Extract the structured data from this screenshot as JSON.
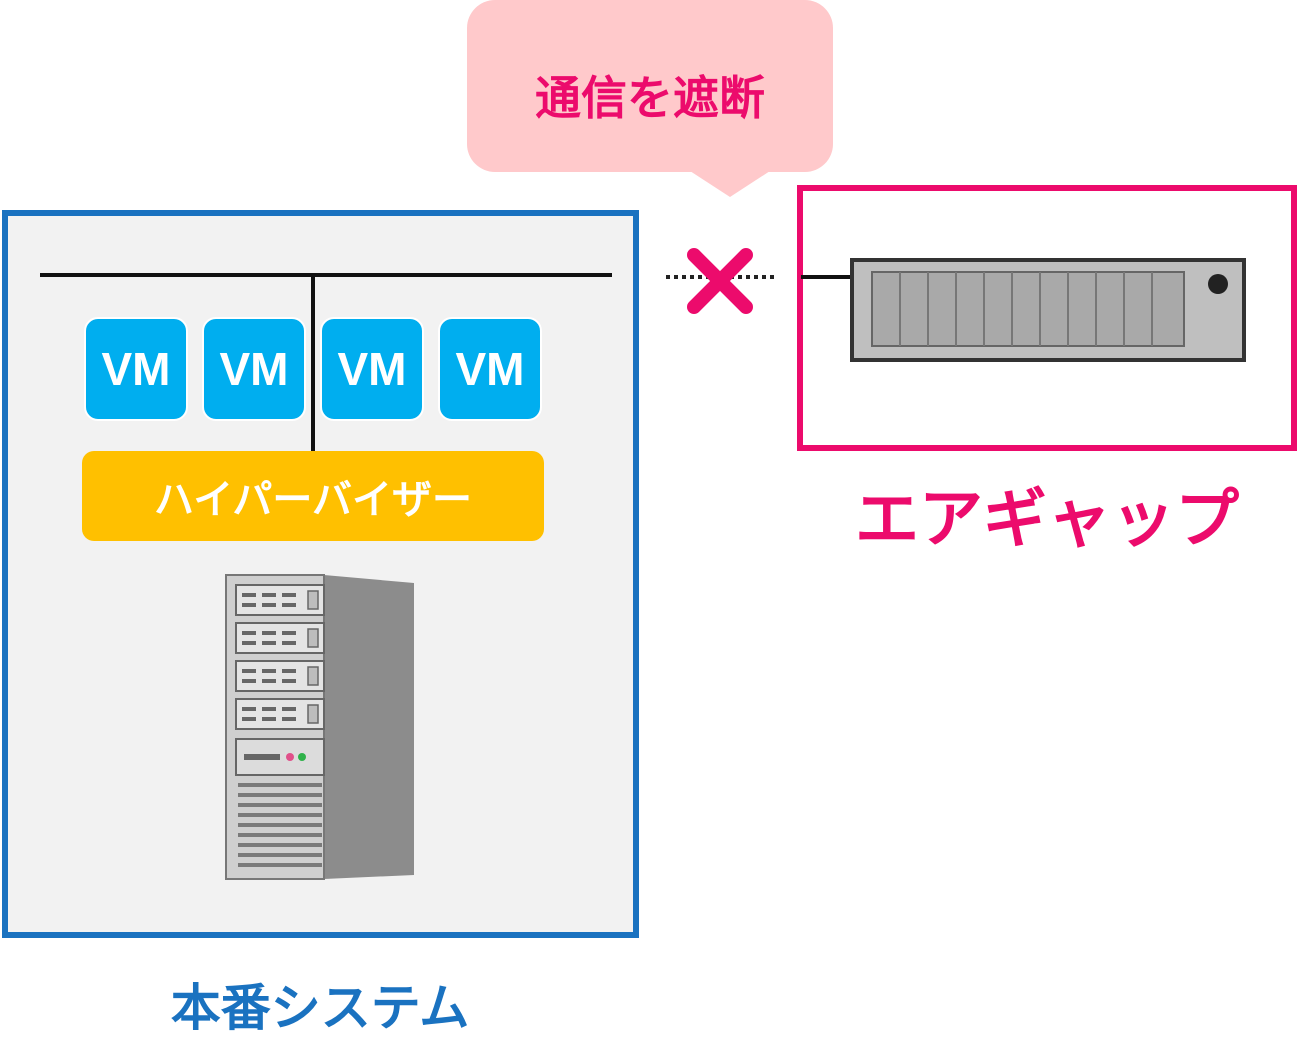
{
  "production": {
    "vms": [
      "VM",
      "VM",
      "VM",
      "VM"
    ],
    "hypervisor_label": "ハイパーバイザー",
    "label": "本番システム"
  },
  "callout": {
    "text": "通信を遮断"
  },
  "airgap": {
    "label": "エアギャップ"
  },
  "colors": {
    "production_border": "#1a72c0",
    "vm_fill": "#00aeef",
    "hypervisor_fill": "#ffc000",
    "airgap_accent": "#ec0b6c",
    "callout_fill": "#ffc9cb"
  }
}
